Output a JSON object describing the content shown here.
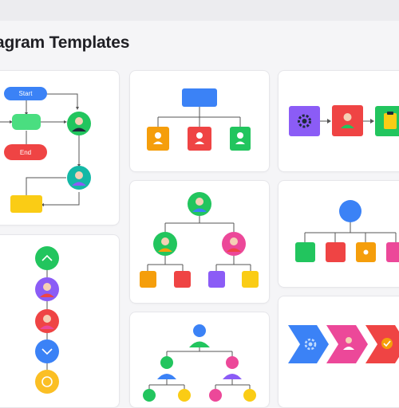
{
  "page": {
    "title": "agram Templates"
  },
  "templates": [
    {
      "id": "flowchart",
      "labels": {
        "start": "Start",
        "end": "End"
      }
    },
    {
      "id": "org-chart-three"
    },
    {
      "id": "process-flow"
    },
    {
      "id": "hierarchy-tree"
    },
    {
      "id": "org-chart-five"
    },
    {
      "id": "vertical-timeline"
    },
    {
      "id": "family-tree"
    },
    {
      "id": "chevron-process"
    }
  ],
  "colors": {
    "blue": "#3b82f6",
    "green": "#22c55e",
    "red": "#ef4444",
    "orange": "#f59e0b",
    "yellow": "#facc15",
    "purple": "#8b5cf6",
    "pink": "#ec4899",
    "teal": "#14b8a6"
  }
}
